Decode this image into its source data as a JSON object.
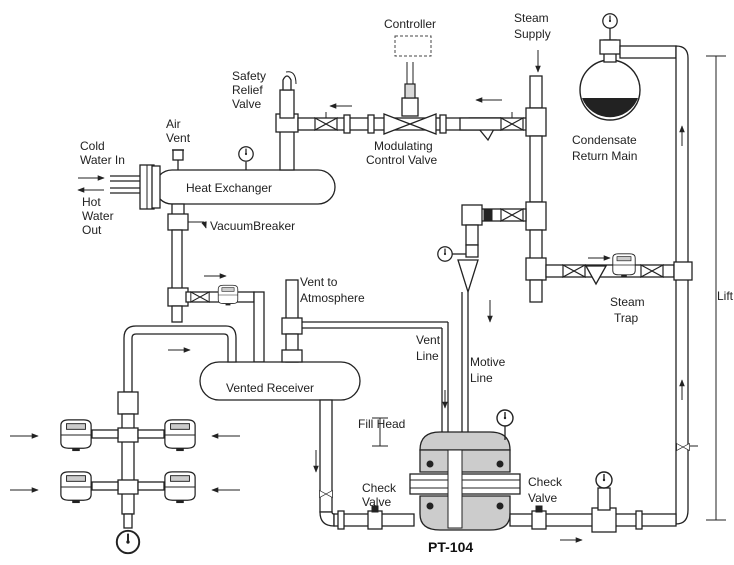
{
  "labels": {
    "controller": "Controller",
    "steam_supply_1": "Steam",
    "steam_supply_2": "Supply",
    "safety_relief_1": "Safety",
    "safety_relief_2": "Relief",
    "safety_relief_3": "Valve",
    "air_vent_1": "Air",
    "air_vent_2": "Vent",
    "cold_water_1": "Cold",
    "cold_water_2": "Water In",
    "hot_water_1": "Hot",
    "hot_water_2": "Water",
    "hot_water_3": "Out",
    "heat_exchanger": "Heat Exchanger",
    "modulating_1": "Modulating",
    "modulating_2": "Control Valve",
    "condensate_1": "Condensate",
    "condensate_2": "Return Main",
    "vacuum_breaker": "VacuumBreaker",
    "vent_atm_1": "Vent to",
    "vent_atm_2": "Atmosphere",
    "steam_trap_1": "Steam",
    "steam_trap_2": "Trap",
    "lift": "Lift",
    "vent_line_1": "Vent",
    "vent_line_2": "Line",
    "motive_line_1": "Motive",
    "motive_line_2": "Line",
    "vented_receiver": "Vented Receiver",
    "fill_head": "Fill Head",
    "check_valve_left_1": "Check",
    "check_valve_left_2": "Valve",
    "check_valve_right_1": "Check",
    "check_valve_right_2": "Valve",
    "pump_model": "PT-104"
  }
}
